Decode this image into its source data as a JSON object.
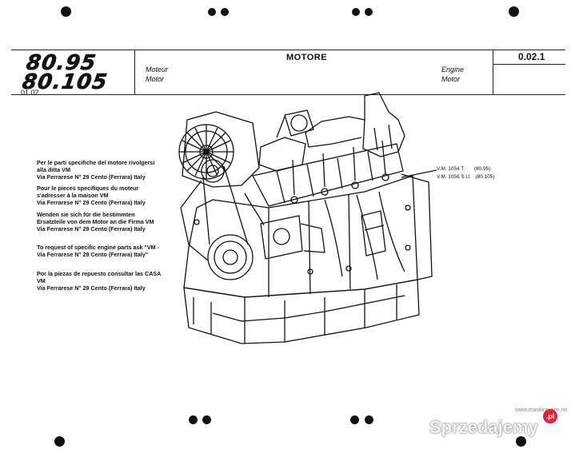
{
  "header": {
    "model_line_1": "80.95",
    "model_line_2": "80.105",
    "date": "01 02",
    "title": "MOTORE",
    "page_code": "0.02.1",
    "label_fr": "Moteur",
    "label_de": "Motor",
    "label_en": "Engine",
    "label_es": "Motor"
  },
  "notes": {
    "it": "Per le parti specifiche del motore rivolgersi alla ditta VM\nVia Ferrarese N° 29 Cento (Ferrara) Italy",
    "fr": "Pour le pieces specifiques du moteur s'adresser à la maison VM\nVia Ferrarese N° 29 Cento (Ferrara) Italy",
    "de": "Wenden sie sich für die bestimmten Ersatzteile von dem Motor an die Firma VM\nVia Ferrarese N° 29 Cento (Ferrara) Italy",
    "en": "To request of specific engine parts ask \"VM - Via Ferrarese N° 29 Cento (Ferrara) Italy\"",
    "es": "Por la piezas de repuesto consultar las CASA VM\nVia Ferrarese N° 29 Cento (Ferrara) Italy"
  },
  "engine_specs": [
    {
      "engine": "V.M. 1054 T.",
      "model": "(80.95)"
    },
    {
      "engine": "V.M. 1056 S.U.",
      "model": "(80.105)"
    }
  ],
  "watermark": {
    "url": "www.maskinsiden.ne",
    "brand": "Sprzedajemy",
    "badge": ".pl"
  }
}
